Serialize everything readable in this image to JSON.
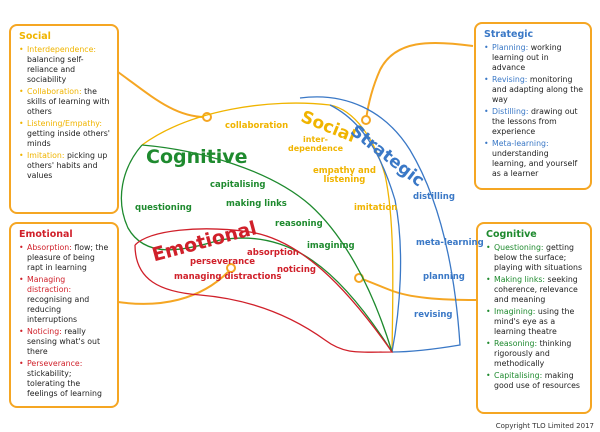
{
  "boxes": {
    "social": {
      "title": "Social",
      "items": [
        {
          "term": "Interdependence:",
          "desc": "balancing self-reliance and sociability"
        },
        {
          "term": "Collaboration:",
          "desc": "the skills of learning with others"
        },
        {
          "term": "Listening/Empathy:",
          "desc": "getting inside others' minds"
        },
        {
          "term": "Imitation:",
          "desc": "picking up others' habits and values"
        }
      ]
    },
    "strategic": {
      "title": "Strategic",
      "items": [
        {
          "term": "Planning:",
          "desc": "working learning out in advance"
        },
        {
          "term": "Revising:",
          "desc": "monitoring and adapting along the way"
        },
        {
          "term": "Distilling:",
          "desc": "drawing out the lessons from experience"
        },
        {
          "term": "Meta-learning:",
          "desc": "understanding learning, and yourself as a learner"
        }
      ]
    },
    "emotional": {
      "title": "Emotional",
      "items": [
        {
          "term": "Absorption:",
          "desc": "flow; the pleasure of being rapt in learning"
        },
        {
          "term": "Managing distraction:",
          "desc": "recognising and reducing interruptions"
        },
        {
          "term": "Noticing:",
          "desc": "really sensing what's out there"
        },
        {
          "term": "Perseverance:",
          "desc": "stickability; tolerating the feelings of learning"
        }
      ]
    },
    "cognitive": {
      "title": "Cognitive",
      "items": [
        {
          "term": "Questioning:",
          "desc": "getting below the surface; playing with situations"
        },
        {
          "term": "Making links:",
          "desc": "seeking coherence, relevance and meaning"
        },
        {
          "term": "Imagining:",
          "desc": "using the mind's eye as a learning theatre"
        },
        {
          "term": "Reasoning:",
          "desc": "thinking rigorously and methodically"
        },
        {
          "term": "Capitalising:",
          "desc": "making good use of resources"
        }
      ]
    }
  },
  "diagram": {
    "headings": {
      "cognitive": "Cognitive",
      "social": "Social",
      "strategic": "Strategic",
      "emotional": "Emotional"
    },
    "social_terms": {
      "collaboration": "collaboration",
      "interdependence": "inter-\ndependence",
      "empathy": "empathy and\nlistening",
      "imitation": "imitation"
    },
    "cognitive_terms": {
      "capitalising": "capitalising",
      "questioning": "questioning",
      "making_links": "making links",
      "reasoning": "reasoning",
      "imagining": "imagining"
    },
    "emotional_terms": {
      "perseverance": "perseverance",
      "absorption": "absorption",
      "managing_distractions": "managing distractions",
      "noticing": "noticing"
    },
    "strategic_terms": {
      "distilling": "distilling",
      "meta_learning": "meta-learning",
      "planning": "planning",
      "revising": "revising"
    }
  },
  "colors": {
    "social": "#f0b400",
    "strategic": "#3a78c6",
    "emotional": "#d0202a",
    "cognitive": "#1e8a2e",
    "box_border": "#f5a623"
  },
  "copyright": "Copyright TLO Limited 2017"
}
